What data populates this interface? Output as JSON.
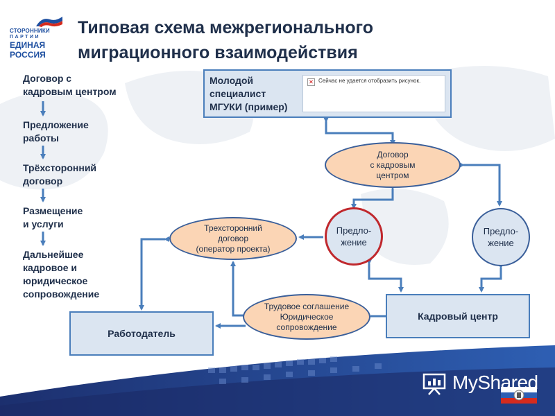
{
  "logo": {
    "line1": "СТОРОННИКИ",
    "line2": "ПАРТИИ",
    "line3": "ЕДИНАЯ",
    "line4": "РОССИЯ"
  },
  "title": {
    "line1": "Типовая схема межрегионального",
    "line2": "миграционного взаимодействия"
  },
  "steps": [
    {
      "line1": "Договор с",
      "line2": "кадровым центром"
    },
    {
      "line1": "Предложение",
      "line2": "работы"
    },
    {
      "line1": "Трёхсторонний",
      "line2": "договор"
    },
    {
      "line1": "Размещение",
      "line2": "и услуги"
    },
    {
      "line1": "Дальнейшее",
      "line2": "кадровое и",
      "line3": "юридическое",
      "line4": "сопровождение"
    }
  ],
  "specialist": {
    "line1": "Молодой",
    "line2": "специалист",
    "line3": "МГУКИ (пример)",
    "image_error": "Сейчас не удается отобразить рисунок."
  },
  "contract_center": {
    "line1": "Договор",
    "line2": "с кадровым",
    "line3": "центром"
  },
  "offer_left": {
    "line1": "Предло-",
    "line2": "жение"
  },
  "offer_right": {
    "line1": "Предло-",
    "line2": "жение"
  },
  "tripartite": {
    "line1": "Трехсторонний",
    "line2": "договор",
    "line3": "(оператор проекта)"
  },
  "labor": {
    "line1": "Трудовое соглашение",
    "line2": "Юридическое",
    "line3": "сопровождение"
  },
  "employer": {
    "label": "Работодатель"
  },
  "hr_center": {
    "label": "Кадровый центр"
  },
  "watermark": {
    "text": "MyShared"
  },
  "colors": {
    "accent": "#4a7ebb",
    "ellipse_fill": "#fbd5b5",
    "box_fill": "#dbe5f1",
    "red_border": "#c0282d",
    "text": "#1f2f4a"
  }
}
